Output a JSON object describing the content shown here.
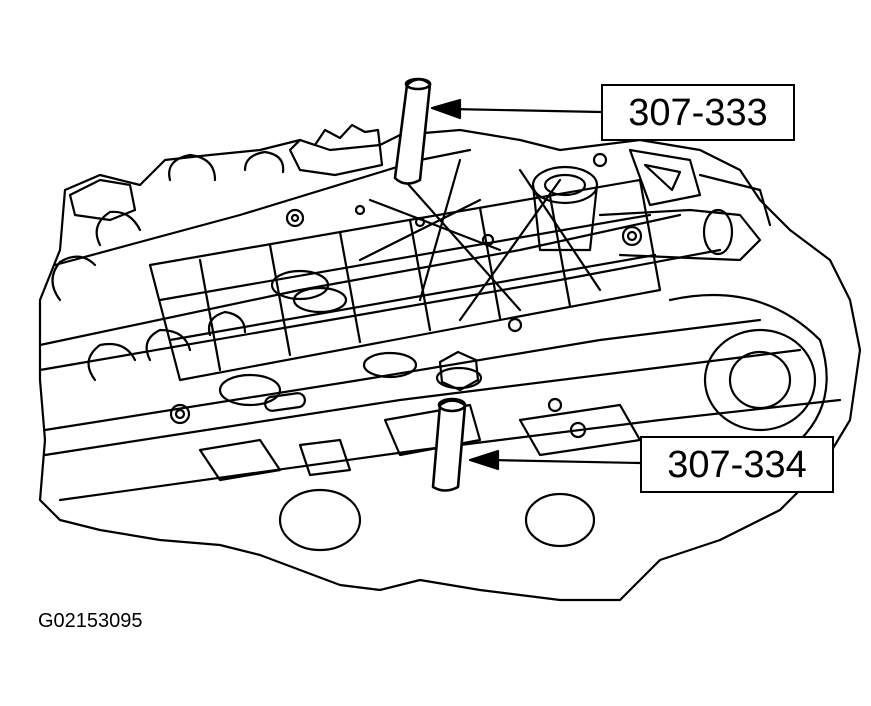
{
  "callouts": [
    {
      "label": "307-333"
    },
    {
      "label": "307-334"
    }
  ],
  "figure_id": "G02153095",
  "colors": {
    "line": "#000000",
    "background": "#ffffff"
  },
  "icons": [
    "valve-body-line-art",
    "alignment-pin-icon",
    "leader-arrow-icon"
  ]
}
